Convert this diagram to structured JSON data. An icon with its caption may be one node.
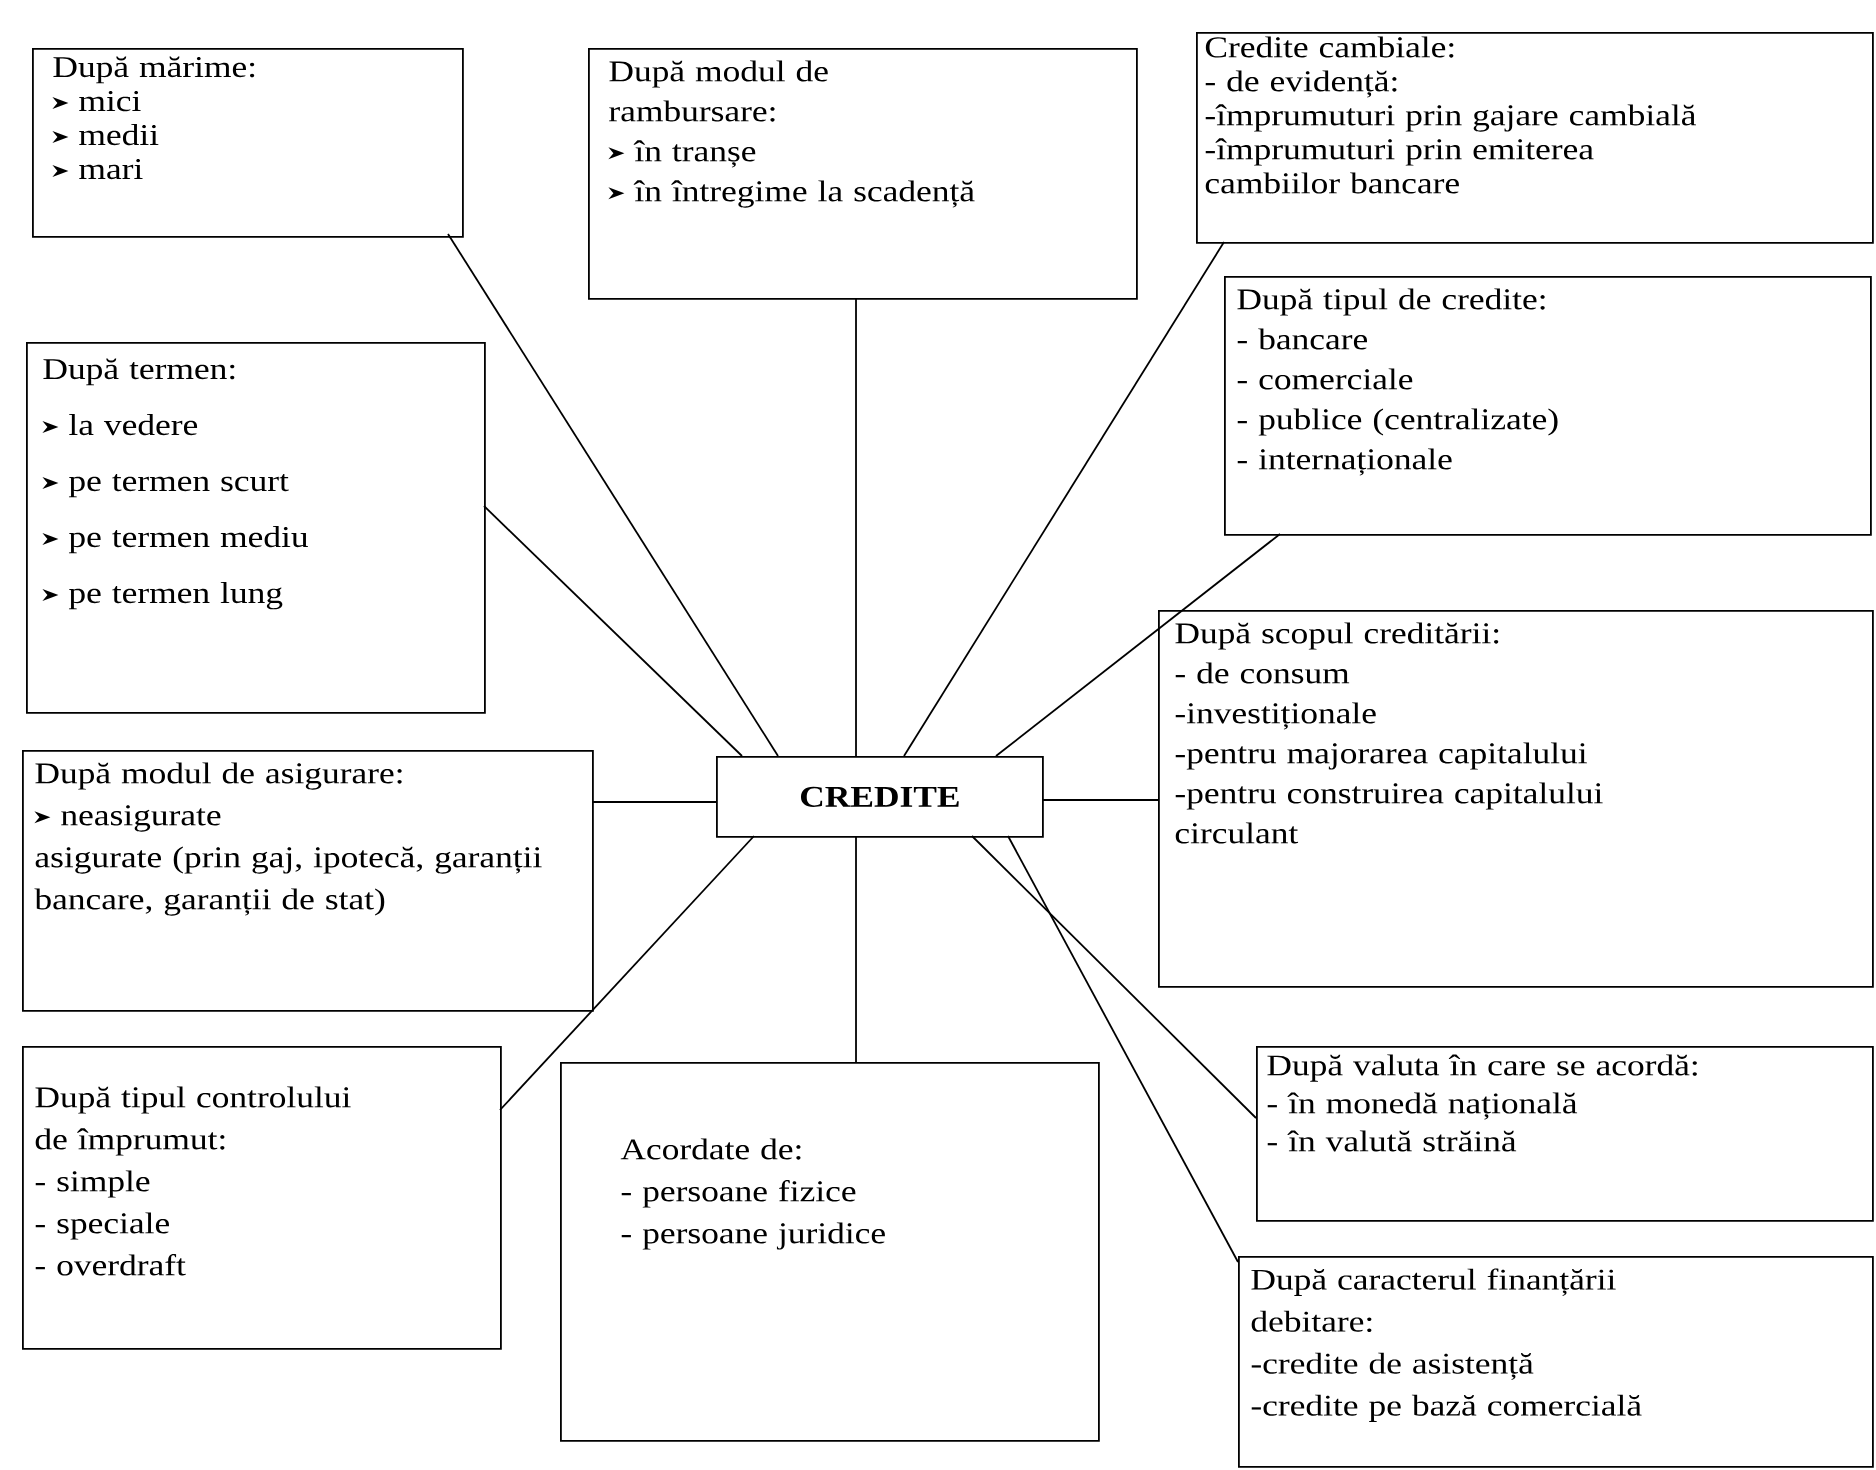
{
  "diagram": {
    "nodes": [
      {
        "text": [
          "După mărime:",
          "mici",
          "medii",
          "mari"
        ]
      },
      {
        "text": [
          "După modul de rambursare:",
          "în tranșe",
          "în întregime la scadență"
        ]
      },
      {
        "text": [
          "Credite cambiale:",
          "- de evidență:",
          "-împrumuturi prin gajare cambială",
          "-împrumuturi prin emiterea cambiilor bancare"
        ]
      },
      {
        "text": [
          "După tipul de credite:",
          "- bancare",
          "- comerciale",
          "- publice (centralizate)",
          "- internaționale"
        ]
      },
      {
        "text": [
          "După termen:",
          "la vedere",
          "pe termen scurt",
          "pe termen mediu",
          "pe termen lung"
        ]
      },
      {
        "text": [
          "CREDITE"
        ]
      },
      {
        "text": [
          "După scopul creditării:",
          "- de consum",
          "-investiționale",
          "-pentru majorarea capitalului",
          "-pentru construirea capitalului circulant"
        ]
      },
      {
        "text": [
          "După modul de asigurare:",
          "neasigurate",
          "asigurate (prin gaj, ipotecă, garanții bancare, garanții de stat)"
        ]
      },
      {
        "text": [
          "După tipul controlului de împrumut:",
          "- simple",
          "- speciale",
          "- overdraft"
        ]
      },
      {
        "text": [
          "Acordate de:",
          "- persoane fizice",
          "- persoane juridice"
        ]
      },
      {
        "text": [
          "După valuta în care se acordă:",
          "- în monedă națională",
          "- în valută străină"
        ]
      },
      {
        "text": [
          "După caracterul finanțării debitare:",
          "-credite de asistență",
          "-credite pe bază comercială"
        ]
      }
    ],
    "edges": [
      {
        "from": 5,
        "to": 0,
        "arrow": "none"
      },
      {
        "from": 5,
        "to": 1,
        "arrow": "none"
      },
      {
        "from": 5,
        "to": 2,
        "arrow": "none"
      },
      {
        "from": 5,
        "to": 3,
        "arrow": "none"
      },
      {
        "from": 5,
        "to": 4,
        "arrow": "none"
      },
      {
        "from": 5,
        "to": 6,
        "arrow": "none"
      },
      {
        "from": 5,
        "to": 7,
        "arrow": "none"
      },
      {
        "from": 5,
        "to": 8,
        "arrow": "none"
      },
      {
        "from": 5,
        "to": 9,
        "arrow": "none"
      },
      {
        "from": 5,
        "to": 10,
        "arrow": "none"
      },
      {
        "from": 5,
        "to": 11,
        "arrow": "none"
      }
    ]
  }
}
